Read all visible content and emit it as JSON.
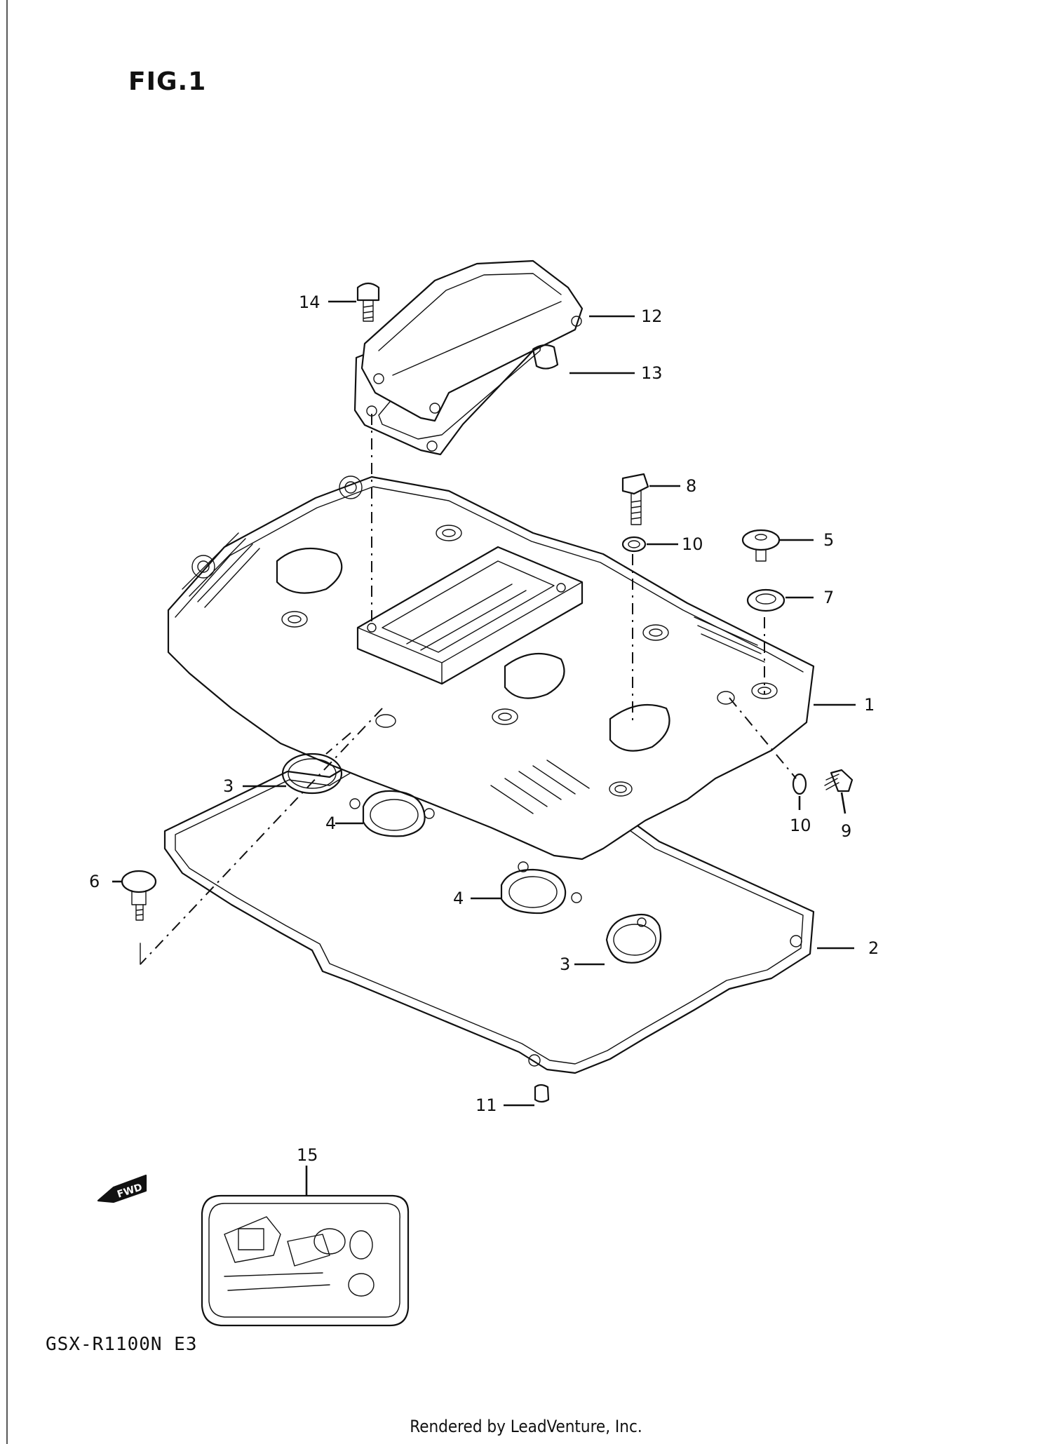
{
  "figure_title": "FIG.1",
  "model_code": "GSX-R1100N E3",
  "footer": "Rendered by LeadVenture, Inc.",
  "fwd_label": "FWD",
  "callouts": {
    "c1": "1",
    "c2": "2",
    "c3a": "3",
    "c3b": "3",
    "c4a": "4",
    "c4b": "4",
    "c5": "5",
    "c6": "6",
    "c7": "7",
    "c8": "8",
    "c9": "9",
    "c10a": "10",
    "c10b": "10",
    "c11": "11",
    "c12": "12",
    "c13": "13",
    "c14": "14",
    "c15": "15"
  }
}
